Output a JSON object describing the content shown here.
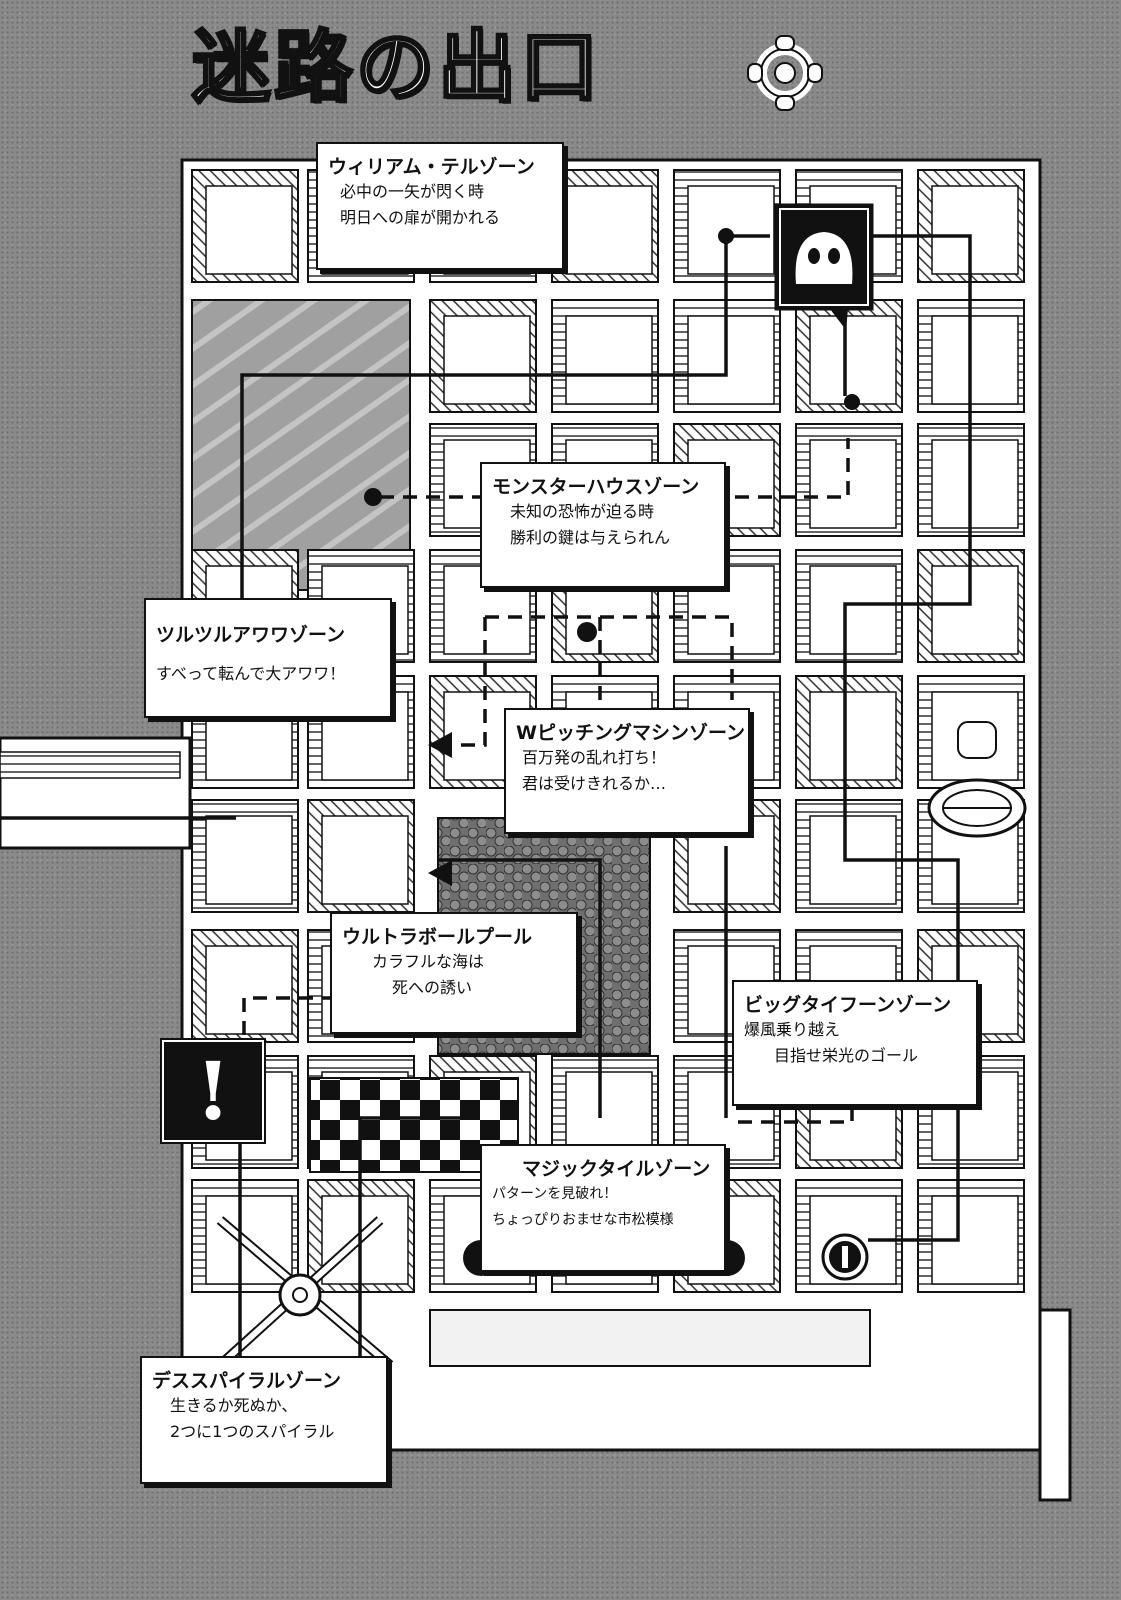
{
  "title": "迷路の出口",
  "zones": [
    {
      "id": "william-tell",
      "name": "ウィリアム・テルゾーン",
      "lines": [
        "必中の一矢が閃く時",
        "明日への扉が開かれる"
      ]
    },
    {
      "id": "monster-house",
      "name": "モンスターハウスゾーン",
      "lines": [
        "未知の恐怖が迫る時",
        "勝利の鍵は与えられん"
      ]
    },
    {
      "id": "tsurutsuru-awawa",
      "name": "ツルツルアワワゾーン",
      "lines": [
        "すべって転んで大アワワ！"
      ]
    },
    {
      "id": "w-pitching",
      "name": "Wピッチングマシンゾーン",
      "lines": [
        "百万発の乱れ打ち！",
        "君は受けきれるか…"
      ]
    },
    {
      "id": "ultra-ball-pool",
      "name": "ウルトラボールプール",
      "lines": [
        "カラフルな海は",
        "死への誘い"
      ]
    },
    {
      "id": "big-typhoon",
      "name": "ビッグタイフーンゾーン",
      "lines": [
        "爆風乗り越え",
        "目指せ栄光のゴール"
      ]
    },
    {
      "id": "magic-tile",
      "name": "マジックタイルゾーン",
      "lines": [
        "パターンを見破れ！",
        "ちょっぴりおませな市松模様"
      ]
    },
    {
      "id": "death-spiral",
      "name": "デススパイラルゾーン",
      "lines": [
        "生きるか死ぬか、",
        "2つに1つのスパイラル"
      ]
    }
  ],
  "markers": {
    "start": "①",
    "exclaim": "!"
  },
  "colors": {
    "background": "#8a8a8a",
    "ink": "#111111",
    "paper": "#ffffff",
    "pool": "#6f6f6f"
  }
}
